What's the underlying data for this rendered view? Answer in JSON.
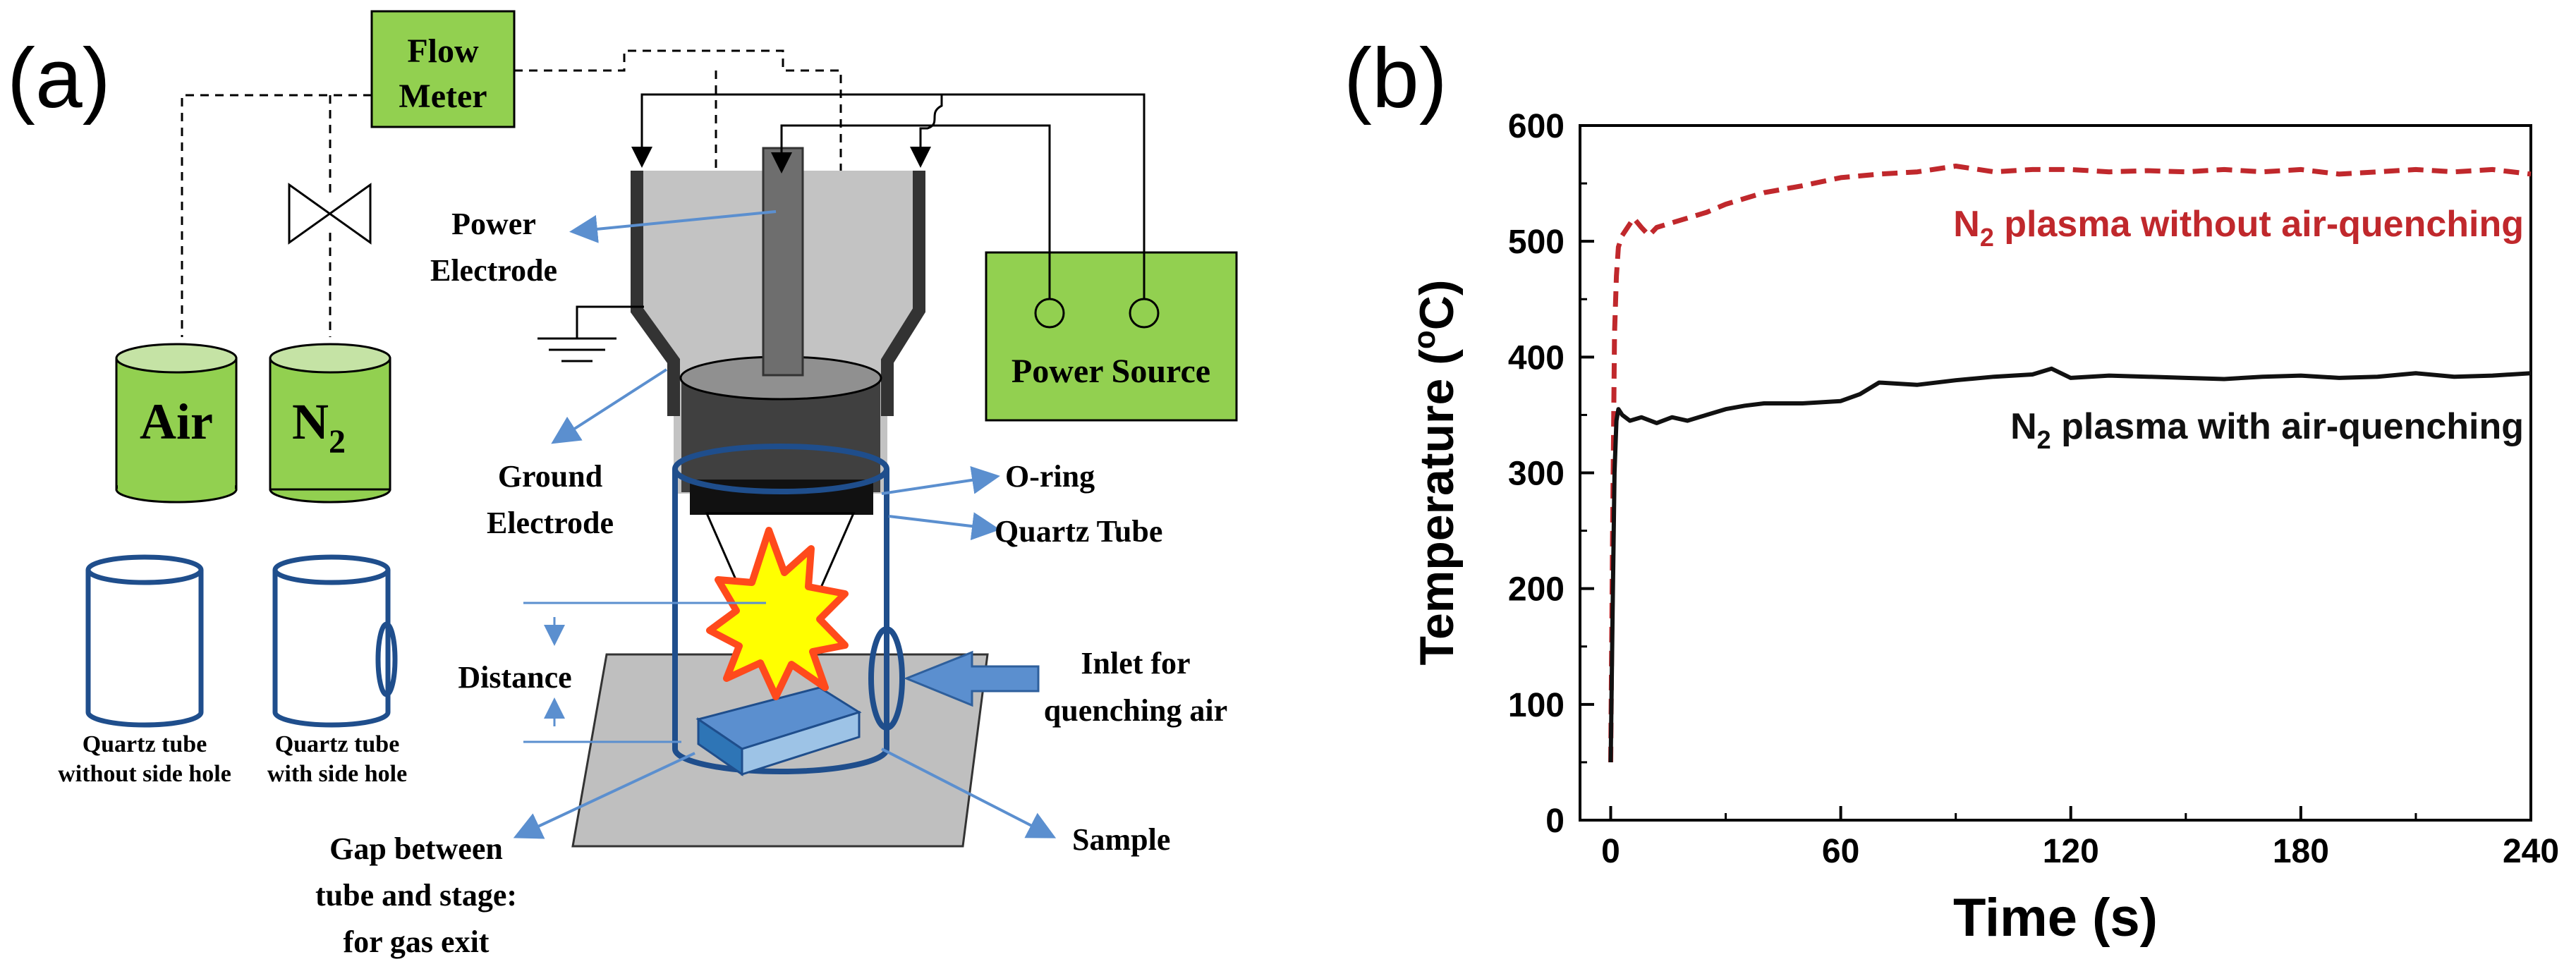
{
  "panels": {
    "a": "(a)",
    "b": "(b)"
  },
  "diagram": {
    "flow_meter": [
      "Flow",
      "Meter"
    ],
    "air": "Air",
    "n2": "N",
    "n2_sub": "2",
    "power_electrode": [
      "Power",
      "Electrode"
    ],
    "ground_electrode": [
      "Ground",
      "Electrode"
    ],
    "power_source": "Power Source",
    "o_ring": "O-ring",
    "quartz_tube": "Quartz Tube",
    "distance": "Distance",
    "inlet": [
      "Inlet for",
      "quenching air"
    ],
    "sample": "Sample",
    "gap": [
      "Gap between",
      "tube and stage:",
      "for gas exit"
    ],
    "tube_no_hole": [
      "Quartz tube",
      "without side hole"
    ],
    "tube_with_hole": [
      "Quartz tube",
      "with side hole"
    ]
  },
  "chart_data": {
    "type": "line",
    "xlabel": "Time (s)",
    "ylabel": "Temperature (",
    "ylabel_sup": "o",
    "ylabel_tail": "C)",
    "xlim": [
      -8,
      240
    ],
    "ylim": [
      0,
      600
    ],
    "xticks": [
      "0",
      "60",
      "120",
      "180",
      "240"
    ],
    "yticks": [
      "0",
      "100",
      "200",
      "300",
      "400",
      "500",
      "600"
    ],
    "series": [
      {
        "name": "N2 plasma without air-quenching",
        "color": "#c0282c",
        "dashed": true,
        "label_parts": [
          "N",
          "2",
          " plasma without air-quenching"
        ],
        "x": [
          0,
          0.5,
          1,
          1.5,
          2,
          3,
          4,
          5,
          6,
          8,
          10,
          12,
          15,
          20,
          25,
          30,
          40,
          50,
          60,
          70,
          80,
          90,
          100,
          110,
          120,
          130,
          140,
          150,
          160,
          170,
          180,
          190,
          200,
          210,
          220,
          230,
          240
        ],
        "y": [
          50,
          250,
          420,
          470,
          495,
          505,
          510,
          515,
          520,
          512,
          505,
          512,
          515,
          520,
          525,
          532,
          542,
          548,
          555,
          558,
          560,
          565,
          560,
          562,
          562,
          560,
          561,
          560,
          562,
          560,
          562,
          558,
          560,
          562,
          560,
          562,
          558
        ]
      },
      {
        "name": "N2 plasma with air-quenching",
        "color": "#111111",
        "dashed": false,
        "label_parts": [
          "N",
          "2",
          " plasma with air-quenching"
        ],
        "x": [
          0,
          0.5,
          1,
          1.5,
          2,
          3,
          5,
          8,
          12,
          16,
          20,
          25,
          30,
          35,
          40,
          50,
          60,
          65,
          70,
          80,
          90,
          100,
          110,
          115,
          120,
          130,
          140,
          150,
          160,
          170,
          180,
          190,
          200,
          210,
          220,
          230,
          240
        ],
        "y": [
          50,
          180,
          300,
          345,
          355,
          350,
          345,
          348,
          343,
          348,
          345,
          350,
          355,
          358,
          360,
          360,
          362,
          368,
          378,
          376,
          380,
          383,
          385,
          390,
          382,
          384,
          383,
          382,
          381,
          383,
          384,
          382,
          383,
          386,
          383,
          384,
          386
        ]
      }
    ]
  }
}
